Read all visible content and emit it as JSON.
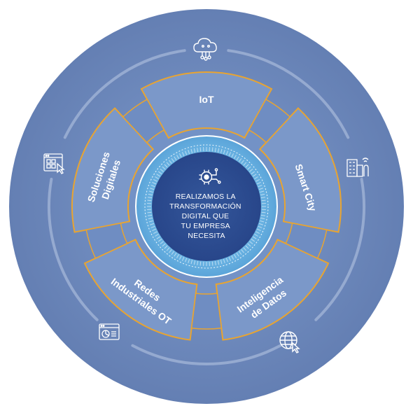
{
  "center": {
    "lines": [
      "REALIZAMOS LA",
      "TRANSFORMACIÓN",
      "DIGITAL QUE",
      "TU EMPRESA",
      "NECESITA"
    ],
    "icon": "gear-circuit-icon"
  },
  "segments": [
    {
      "label_lines": [
        "IoT"
      ]
    },
    {
      "label_lines": [
        "Smart City"
      ]
    },
    {
      "label_lines": [
        "Inteligencia",
        "de Datos"
      ]
    },
    {
      "label_lines": [
        "Redes",
        "Industriales OT"
      ]
    },
    {
      "label_lines": [
        "Soluciones",
        "Digitales"
      ]
    }
  ],
  "outer_icons": [
    "cloud-network-icon",
    "smart-building-icon",
    "globe-cursor-icon",
    "dashboard-window-icon",
    "web-grid-cursor-icon"
  ],
  "colors": {
    "outer_disc": "#6c87b9",
    "segment_fill": "#7b98c9",
    "segment_border": "#e8a431",
    "inner_ring": "#67b4e4",
    "center_disc": "#2f4f91",
    "text": "#ffffff"
  }
}
